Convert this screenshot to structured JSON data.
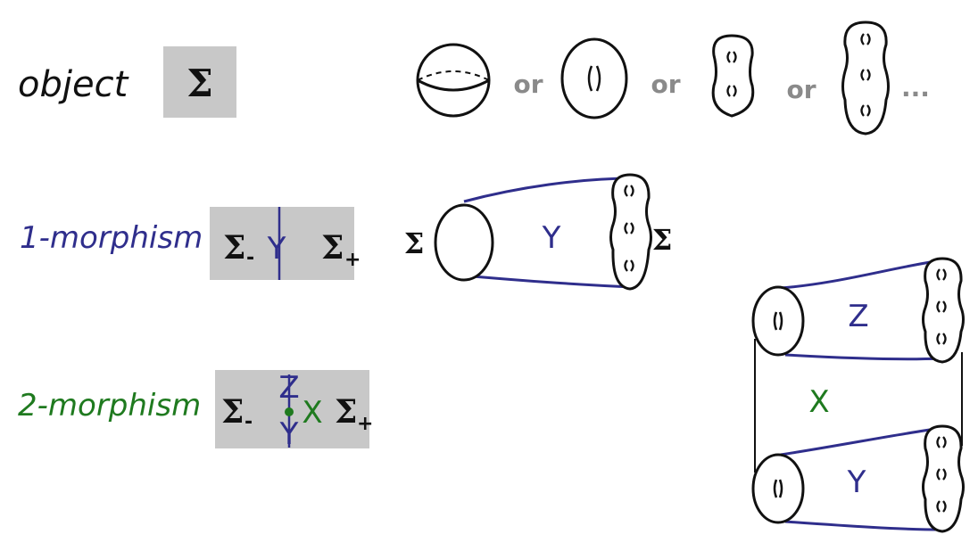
{
  "colors": {
    "ink": "#111111",
    "blue": "#2f2e8c",
    "green": "#1f7a1f",
    "gray_box": "#c8c8c8",
    "gray_text": "#8a8a8a"
  },
  "rows": {
    "object": {
      "label": "object",
      "box_symbol": "Σ",
      "or_words": [
        "or",
        "or",
        "or"
      ],
      "ellipsis": "..."
    },
    "morphism1": {
      "label": "1-morphism",
      "left": "Σ",
      "left_sub": "-",
      "right": "Σ",
      "right_sub": "+",
      "mid": "Y"
    },
    "morphism2": {
      "label": "2-morphism",
      "left": "Σ",
      "left_sub": "-",
      "right": "Σ",
      "right_sub": "+",
      "top": "Z",
      "mid": "X",
      "bottom": "Y"
    }
  },
  "cobordism": {
    "left_label": "Σ",
    "middle_label": "Y",
    "right_label": "Σ"
  },
  "stack": {
    "top_label": "Z",
    "middle_label": "X",
    "bottom_label": "Y"
  }
}
